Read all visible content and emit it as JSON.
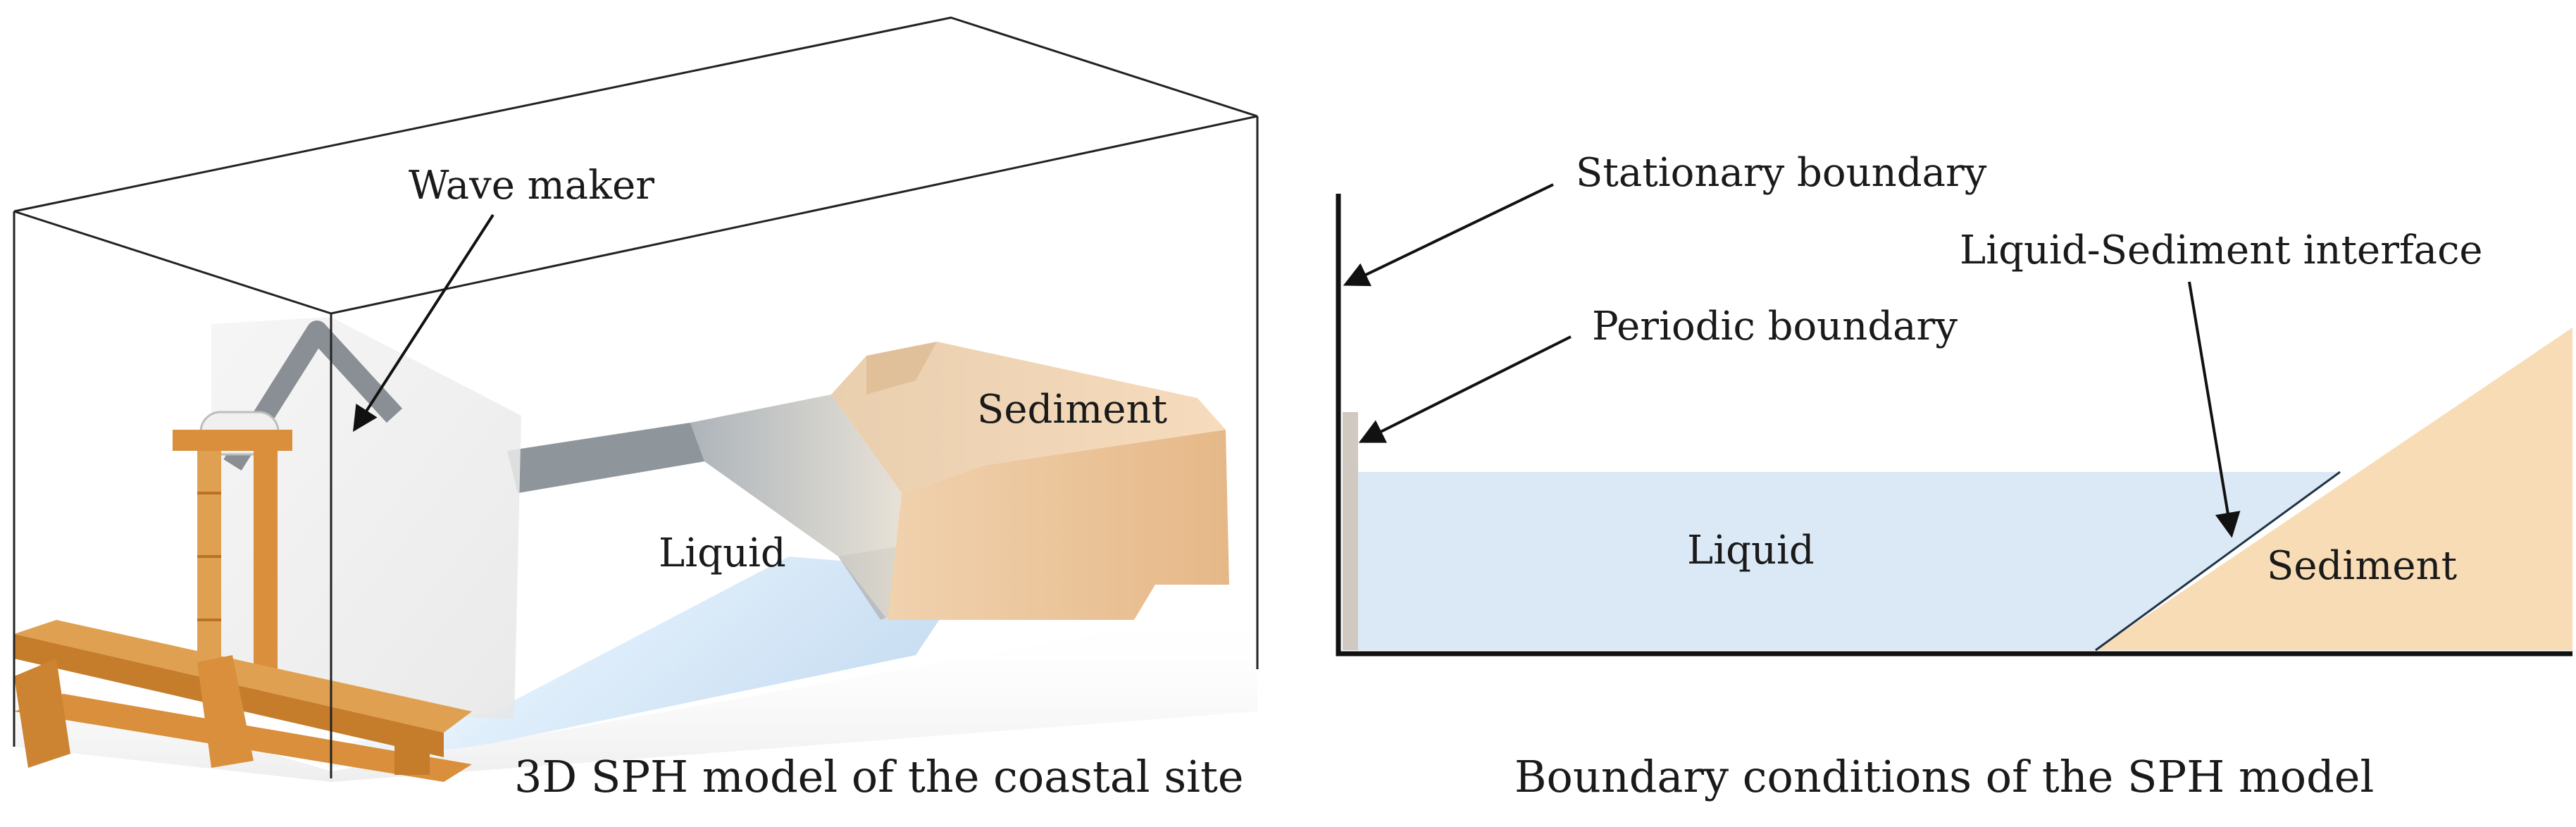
{
  "left_panel": {
    "wave_maker_label": "Wave maker",
    "sediment_label": "Sediment",
    "liquid_label": "Liquid",
    "caption": "3D SPH model of the coastal site"
  },
  "right_panel": {
    "stationary_boundary_label": "Stationary boundary",
    "periodic_boundary_label": "Periodic boundary",
    "interface_label": "Liquid-Sediment interface",
    "liquid_label": "Liquid",
    "sediment_label": "Sediment",
    "caption": "Boundary conditions of the SPH model"
  },
  "colors": {
    "liquid": "#dbe9f6",
    "sediment": "#f8dcb6",
    "wood": "#dc9a45",
    "outline": "#111111"
  }
}
